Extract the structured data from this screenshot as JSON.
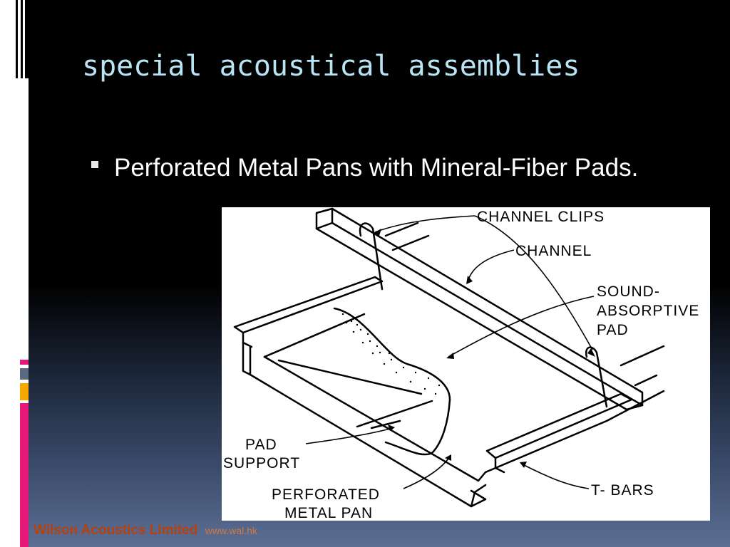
{
  "slide": {
    "title": "special acoustical assemblies",
    "bullets": [
      {
        "text": "Perforated Metal Pans with Mineral-Fiber Pads."
      }
    ]
  },
  "figure": {
    "labels": {
      "channel_clips": "CHANNEL CLIPS",
      "channel": "CHANNEL",
      "sound_absorptive_pad_line1": "SOUND-",
      "sound_absorptive_pad_line2": "ABSORPTIVE",
      "sound_absorptive_pad_line3": "PAD",
      "pad_support_line1": "PAD",
      "pad_support_line2": "SUPPORT",
      "perforated_metal_pan_line1": "PERFORATED",
      "perforated_metal_pan_line2": "METAL PAN",
      "t_bars": "T- BARS"
    }
  },
  "footer": {
    "company": "Wilson Acoustics Limited",
    "url": "www.wal.hk"
  },
  "colors": {
    "title": "#b8e4f4",
    "footer_company": "#b7410e",
    "accent_pink": "#e6197a",
    "accent_orange": "#f5a800",
    "accent_slate": "#59697e"
  }
}
